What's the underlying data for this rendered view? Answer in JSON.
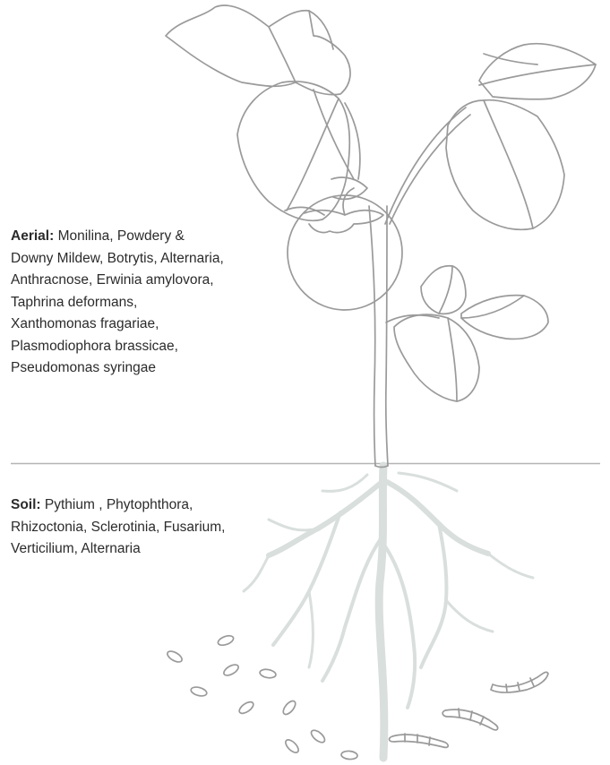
{
  "aerial": {
    "heading": "Aerial:",
    "text": "Monilina, Powdery & Downy Mildew, Botrytis, Alternaria, Anthracnose, Erwinia amylovora, Taphrina deformans, Xanthomonas fragariae, Plasmodiophora brassicae, Pseudomonas syringae"
  },
  "soil": {
    "heading": "Soil:",
    "text": "Pythium , Phytophthora, Rhizoctonia, Sclerotinia, Fusarium, Verticilium, Alternaria"
  },
  "colors": {
    "outline": "#9a9a9a",
    "roots": "#d9dfdc",
    "ground_line": "#b5b5b5",
    "text": "#2b2b2b"
  },
  "icons": [
    "plant-illustration",
    "tomato-fruit",
    "root-system",
    "soil-microbes"
  ]
}
